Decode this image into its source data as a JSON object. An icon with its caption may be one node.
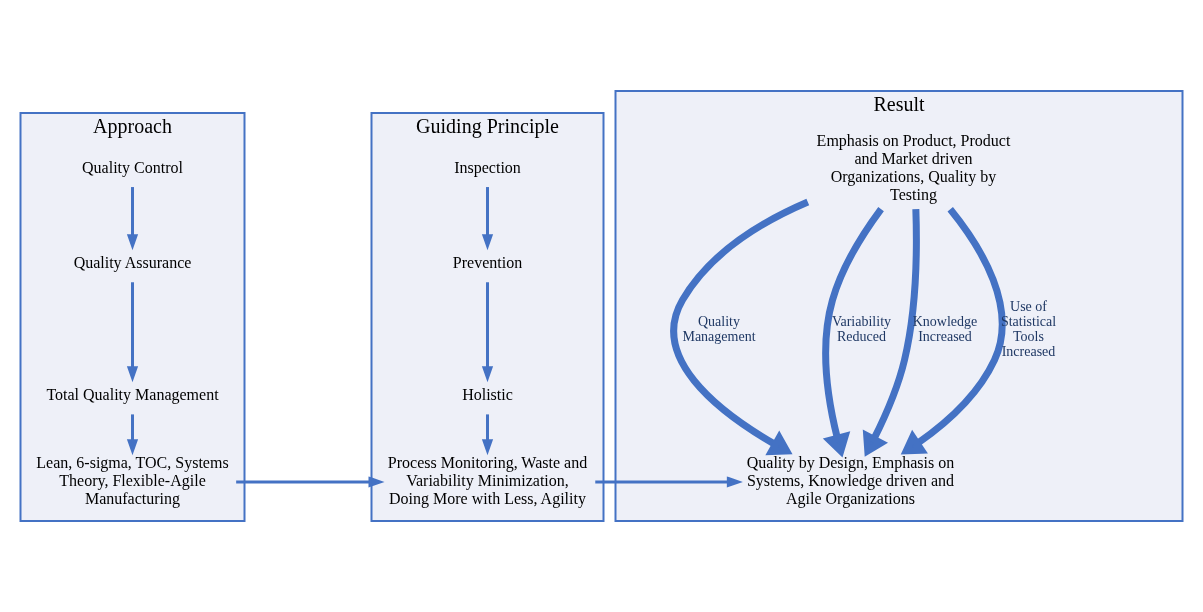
{
  "diagram": {
    "nodes": [
      {
        "text": [
          "Approach"
        ]
      },
      {
        "text": [
          "Guiding Principle"
        ]
      },
      {
        "text": [
          "Result"
        ]
      },
      {
        "text": [
          "Quality Control"
        ],
        "in": 0
      },
      {
        "text": [
          "Quality Assurance"
        ],
        "in": 0
      },
      {
        "text": [
          "Total Quality Management"
        ],
        "in": 0
      },
      {
        "text": [
          "Lean, 6-sigma, TOC, Systems Theory, Flexible-Agile Manufacturing"
        ],
        "in": 0
      },
      {
        "text": [
          "Inspection"
        ],
        "in": 1
      },
      {
        "text": [
          "Prevention"
        ],
        "in": 1
      },
      {
        "text": [
          "Holistic"
        ],
        "in": 1
      },
      {
        "text": [
          "Process Monitoring, Waste and Variability Minimization, Doing More with Less, Agility"
        ],
        "in": 1
      },
      {
        "text": [
          "Emphasis on Product, Product and Market driven Organizations, Quality by Testing"
        ],
        "in": 2
      },
      {
        "text": [
          "Quality by Design, Emphasis on Systems, Knowledge driven and Agile Organizations"
        ],
        "in": 2
      }
    ],
    "edges": [
      {
        "from": 3,
        "to": 4,
        "arrow": "to"
      },
      {
        "from": 4,
        "to": 5,
        "arrow": "to"
      },
      {
        "from": 5,
        "to": 6,
        "arrow": "to"
      },
      {
        "from": 7,
        "to": 8,
        "arrow": "to"
      },
      {
        "from": 8,
        "to": 9,
        "arrow": "to"
      },
      {
        "from": 9,
        "to": 10,
        "arrow": "to"
      },
      {
        "from": 6,
        "to": 10,
        "arrow": "to"
      },
      {
        "from": 10,
        "to": 12,
        "arrow": "to"
      },
      {
        "from": 11,
        "to": 12,
        "arrow": "to",
        "label": "Quality Management",
        "style": "thick"
      },
      {
        "from": 11,
        "to": 12,
        "arrow": "to",
        "label": "Variability Reduced",
        "style": "thick"
      },
      {
        "from": 11,
        "to": 12,
        "arrow": "to",
        "label": "Knowledge Increased",
        "style": "thick"
      },
      {
        "from": 11,
        "to": 12,
        "arrow": "to",
        "label": "Use of Statistical Tools Increased",
        "style": "thick"
      }
    ]
  }
}
